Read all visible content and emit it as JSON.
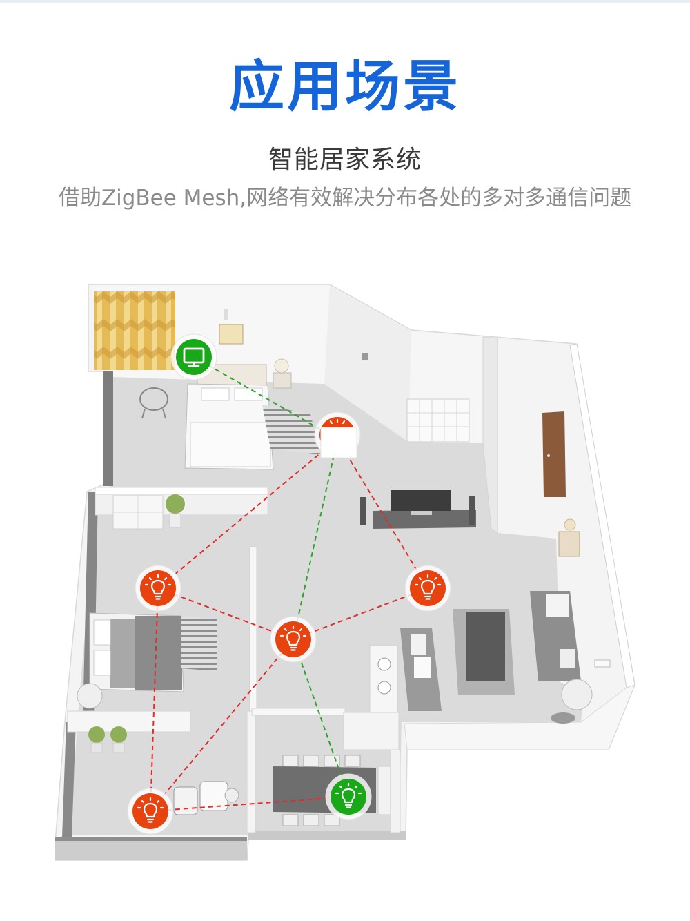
{
  "header": {
    "title": "应用场景",
    "subtitle": "智能居家系统",
    "description": "借助ZigBee Mesh,网络有效解决分布各处的多对多通信问题"
  },
  "colors": {
    "title": "#1565d8",
    "subtitle": "#3a3a3a",
    "description": "#8a8a8a",
    "node_red": "#e8430f",
    "node_green": "#18a818",
    "link_red": "#e52a2a",
    "link_green": "#2aa52a"
  },
  "diagram": {
    "nodes": [
      {
        "icon": "monitor-icon",
        "color": "#18a818"
      },
      {
        "icon": "gateway-icon",
        "color": "#e8430f"
      },
      {
        "icon": "bulb-icon",
        "color": "#e8430f"
      },
      {
        "icon": "bulb-icon",
        "color": "#e8430f"
      },
      {
        "icon": "bulb-icon",
        "color": "#e8430f"
      },
      {
        "icon": "bulb-icon",
        "color": "#e8430f"
      },
      {
        "icon": "bulb-icon",
        "color": "#18a818"
      }
    ],
    "links": [
      {
        "from": 0,
        "to": 1,
        "color": "#2aa52a"
      },
      {
        "from": 1,
        "to": 4,
        "color": "#2aa52a"
      },
      {
        "from": 1,
        "to": 2,
        "color": "#e52a2a"
      },
      {
        "from": 1,
        "to": 3,
        "color": "#e52a2a"
      },
      {
        "from": 2,
        "to": 4,
        "color": "#e52a2a"
      },
      {
        "from": 3,
        "to": 4,
        "color": "#e52a2a"
      },
      {
        "from": 2,
        "to": 5,
        "color": "#e52a2a"
      },
      {
        "from": 4,
        "to": 5,
        "color": "#e52a2a"
      },
      {
        "from": 4,
        "to": 6,
        "color": "#2aa52a"
      },
      {
        "from": 5,
        "to": 6,
        "color": "#e52a2a"
      }
    ]
  }
}
